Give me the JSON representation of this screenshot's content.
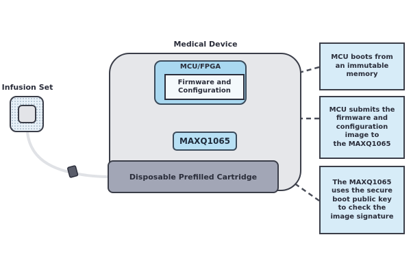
{
  "diagram": {
    "infusion_set": {
      "label": "Infusion Set"
    },
    "medical_device": {
      "label": "Medical Device",
      "mcu": {
        "label": "MCU/FPGA",
        "firmware_line1": "Firmware and",
        "firmware_line2": "Configuration"
      },
      "secure_chip": {
        "label": "MAXQ1065"
      },
      "cartridge": {
        "label": "Disposable Prefilled Cartridge"
      }
    },
    "notes": [
      {
        "lines": [
          "MCU boots from",
          "an immutable",
          "memory"
        ]
      },
      {
        "lines": [
          "MCU submits the",
          "firmware and",
          "configuration",
          "image to",
          "the MAXQ1065"
        ]
      },
      {
        "lines": [
          "The MAXQ1065",
          "uses the secure",
          "boot public key",
          "to check the",
          "image signature"
        ]
      }
    ],
    "colors": {
      "device_fill": "#e6e7ea",
      "mcu_fill": "#a9d8f0",
      "chip_fill": "#b8e0f4",
      "cartridge_fill": "#a2a6b6",
      "note_fill": "#d7ecf8",
      "outline": "#3a3d48"
    }
  }
}
